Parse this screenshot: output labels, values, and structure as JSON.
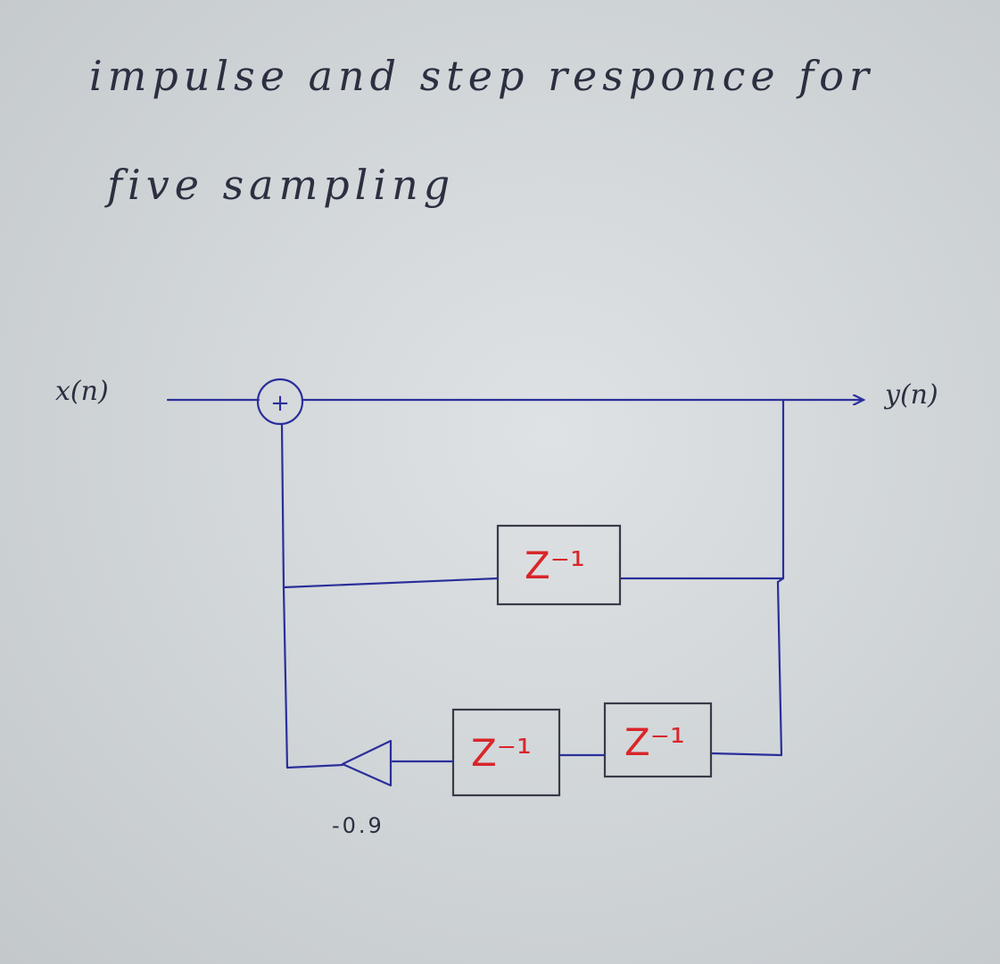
{
  "title": {
    "line1": "impulse and step responce for",
    "line2": "five sampling"
  },
  "diagram": {
    "input_label": "x(n)",
    "output_label": "y(n)",
    "summer_symbol": "+",
    "delay_label": "Z⁻¹",
    "gain_value": "-0.9"
  },
  "colors": {
    "wire": "#2a2f9a",
    "delay_label": "#d8262a",
    "ink": "#2b2f40"
  }
}
